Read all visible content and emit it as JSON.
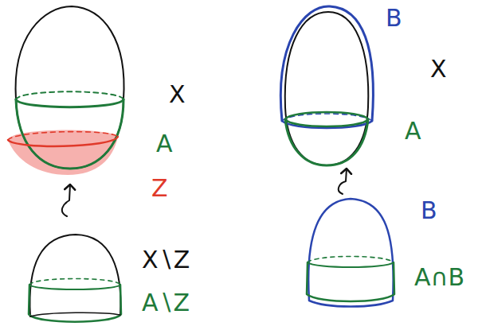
{
  "diagram": {
    "labels": [
      "X",
      "A",
      "Z",
      "X∖Z",
      "A∖Z",
      "B",
      "X",
      "A",
      "B",
      "A∩B"
    ]
  }
}
